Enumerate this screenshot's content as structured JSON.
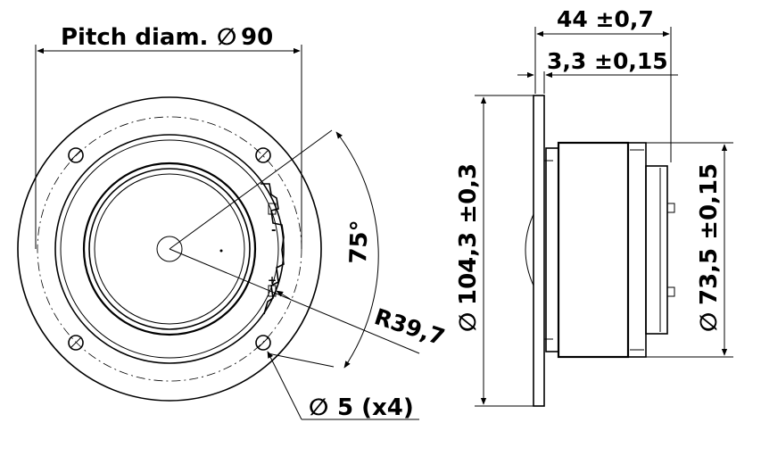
{
  "front_view": {
    "pitch_label": "Pitch diam.",
    "pitch_value": "90",
    "angle_label": "75°",
    "radius_label": "R39,7",
    "hole_label": "5 (x4)",
    "terminal_minus": "-",
    "terminal_plus": "+"
  },
  "side_view": {
    "depth_total": "44 ±0,7",
    "flange_thickness": "3,3 ±0,15",
    "flange_diameter": "104,3 ±0,3",
    "body_diameter": "73,5 ±0,15"
  },
  "diameter_symbol": "∅"
}
